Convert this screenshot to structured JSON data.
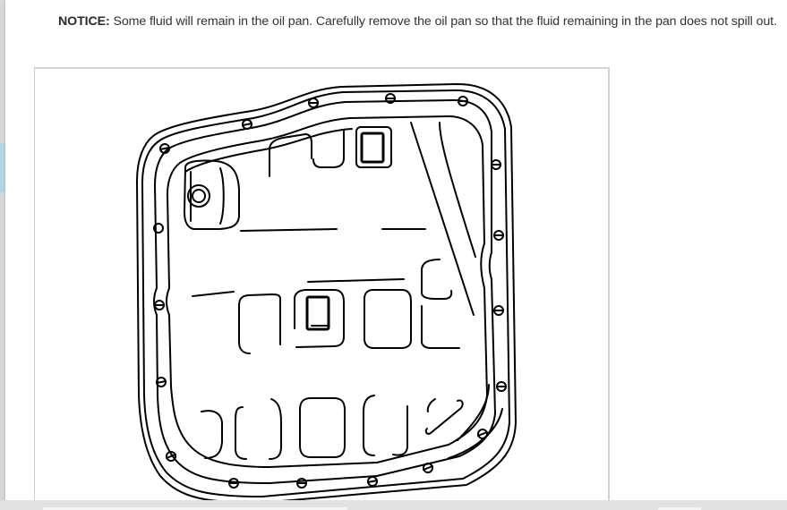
{
  "notice": {
    "label": "NOTICE:",
    "text": " Some fluid will remain in the oil pan. Carefully remove the oil pan so that the fluid remaining in the pan does not spill out."
  },
  "figure": {
    "subject": "oil-pan-illustration",
    "description": "Line drawing of automatic transmission oil pan, top view, with perimeter bolt holes"
  },
  "colors": {
    "text": "#333333",
    "line_art": "#000000",
    "frame_border": "#d4d4d4",
    "left_rail_accent": "#b4d4e6"
  }
}
